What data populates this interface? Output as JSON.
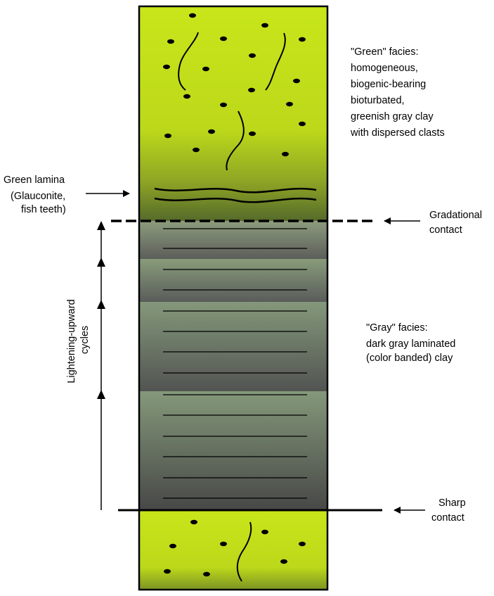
{
  "labels": {
    "green_facies": [
      "\"Green\" facies:",
      "homogeneous,",
      "biogenic-bearing",
      "bioturbated,",
      "greenish gray clay",
      "with dispersed clasts"
    ],
    "green_lamina": [
      "Green lamina",
      "(Glauconite,",
      "fish teeth)"
    ],
    "gradational_contact": [
      "Gradational",
      "contact"
    ],
    "gray_facies": [
      "\"Gray\" facies:",
      "dark gray laminated",
      "(color banded) clay"
    ],
    "sharp_contact": [
      "Sharp",
      "contact"
    ],
    "cycles": [
      "Lightening-upward",
      "cycles"
    ]
  },
  "colors": {
    "green_top": "#c8e61a",
    "green_bottom": "#5e7028",
    "gray_light": "#8a9a7a",
    "gray_dark": "#555555",
    "lower_green": "#c8e61a",
    "lower_green_dark": "#86a020",
    "ink": "#000000"
  }
}
